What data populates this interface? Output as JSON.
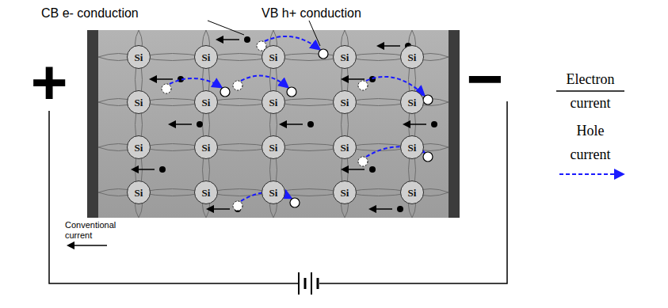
{
  "diagram": {
    "nodes": [
      {
        "text": [
          "Si"
        ]
      },
      {
        "text": [
          "Si"
        ]
      },
      {
        "text": [
          "Si"
        ]
      },
      {
        "text": [
          "Si"
        ]
      },
      {
        "text": [
          "Si"
        ]
      },
      {
        "text": [
          "Si"
        ]
      },
      {
        "text": [
          "Si"
        ]
      },
      {
        "text": [
          "Si"
        ]
      },
      {
        "text": [
          "Si"
        ]
      },
      {
        "text": [
          "Si"
        ]
      },
      {
        "text": [
          "Si"
        ]
      },
      {
        "text": [
          "Si"
        ]
      },
      {
        "text": [
          "Si"
        ]
      },
      {
        "text": [
          "Si"
        ]
      },
      {
        "text": [
          "Si"
        ]
      },
      {
        "text": [
          "Si"
        ]
      },
      {
        "text": [
          "Si"
        ]
      },
      {
        "text": [
          "Si"
        ]
      },
      {
        "text": [
          "Si"
        ]
      },
      {
        "text": [
          "Si"
        ]
      }
    ],
    "labels": [
      "CB e- conduction",
      "VB h+ conduction",
      "+",
      "−",
      "Conventional current"
    ],
    "legend": [
      {
        "text": "Electron current"
      },
      {
        "text": "Hole current"
      }
    ]
  }
}
